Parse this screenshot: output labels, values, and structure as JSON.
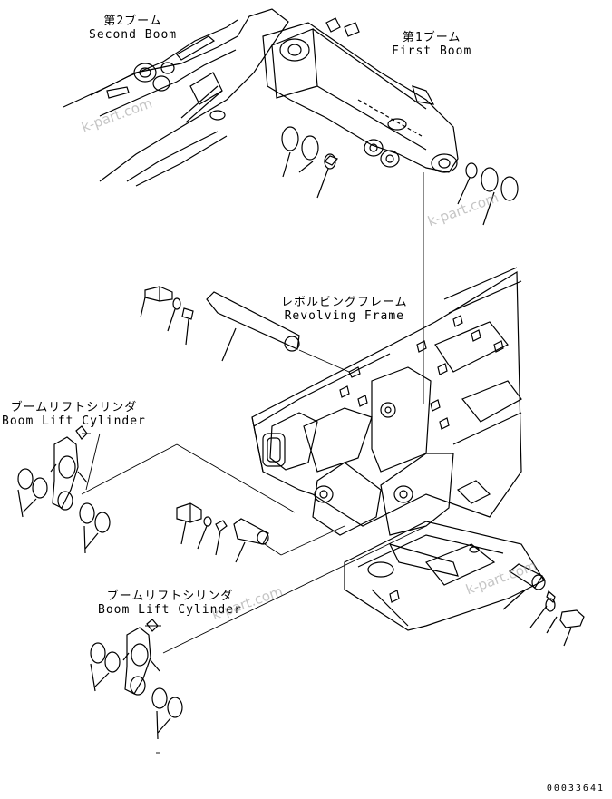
{
  "labels": {
    "second_boom_jp": "第2ブーム",
    "second_boom_en": "Second Boom",
    "first_boom_jp": "第1ブーム",
    "first_boom_en": "First Boom",
    "revolving_frame_jp": "レボルビングフレーム",
    "revolving_frame_en": "Revolving Frame",
    "boom_lift_cyl_left_jp": "ブームリフトシリンダ",
    "boom_lift_cyl_left_en": "Boom Lift Cylinder",
    "boom_lift_cyl_bottom_jp": "ブームリフトシリンダ",
    "boom_lift_cyl_bottom_en": "Boom Lift Cylinder"
  },
  "watermark": "k-part.com",
  "document_number": "00033641"
}
